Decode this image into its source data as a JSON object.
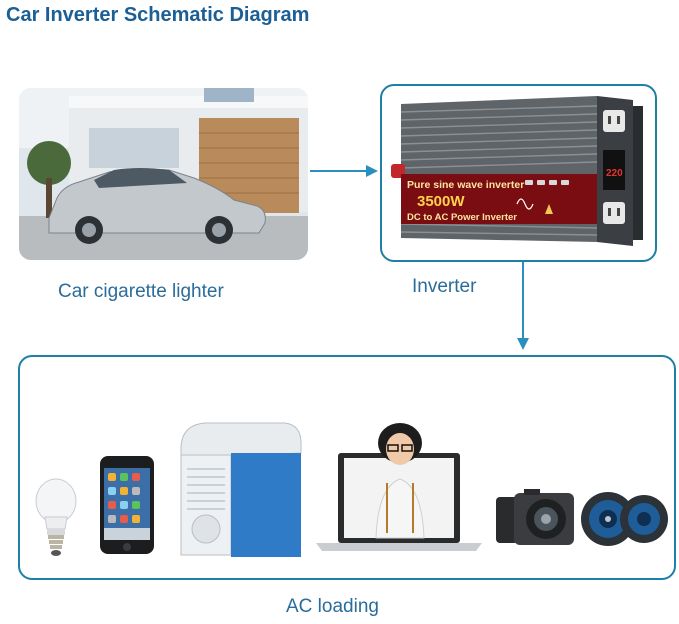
{
  "title": "Car Inverter Schematic Diagram",
  "captions": {
    "car": "Car cigarette lighter",
    "inverter": "Inverter",
    "ac": "AC loading"
  },
  "inverter_label": {
    "line1": "Pure sine wave inverter",
    "power": "3500W",
    "line2": "DC to AC Power Inverter",
    "voltage": "220"
  },
  "colors": {
    "title": "#1b5f95",
    "caption": "#2a6c9a",
    "frame": "#1f7fa5",
    "arrow": "#2a8fbf"
  },
  "icons": [
    "car-image",
    "inverter-image",
    "bulb-icon",
    "smartphone-icon",
    "cooler-icon",
    "laptop-icon",
    "camera-icon",
    "speaker-icon"
  ]
}
